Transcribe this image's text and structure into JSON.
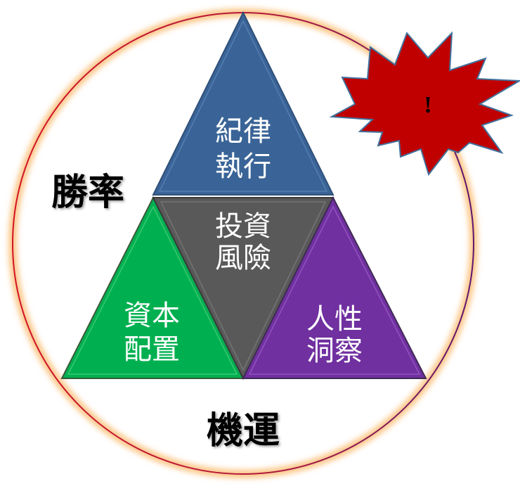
{
  "diagram": {
    "outer_circle": {
      "label_left": "勝率",
      "label_bottom": "機運",
      "stroke_left_color": "#D2132A",
      "stroke_right_color": "#6A1A6E",
      "glow_color": "#FBB460"
    },
    "triangles": {
      "top": {
        "line1": "紀律",
        "line2": "執行",
        "color": "#3A6497"
      },
      "center": {
        "line1": "投資",
        "line2": "風險",
        "color": "#595959"
      },
      "bottom_left": {
        "line1": "資本",
        "line2": "配置",
        "color": "#00B050"
      },
      "bottom_right": {
        "line1": "人性",
        "line2": "洞察",
        "color": "#7030A0"
      }
    },
    "warning_burst": {
      "symbol": "!",
      "color": "#C00000",
      "border_color": "#41719C"
    }
  }
}
